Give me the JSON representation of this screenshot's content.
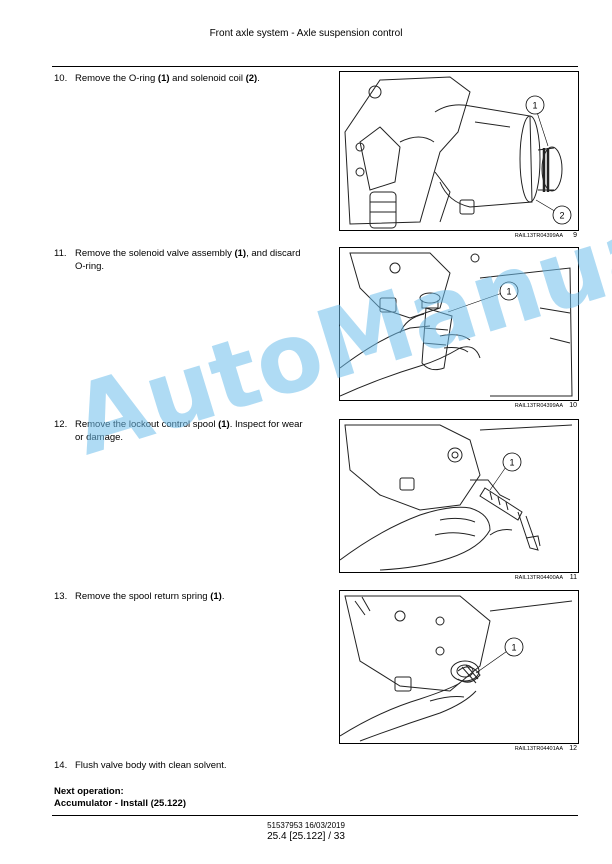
{
  "header": {
    "title": "Front axle system - Axle suspension control"
  },
  "steps": [
    {
      "num": "10.",
      "pre": "Remove the O-ring ",
      "b1": "(1)",
      "mid": " and solenoid coil ",
      "b2": "(2)",
      "post": "."
    },
    {
      "num": "11.",
      "pre": "Remove the solenoid valve assembly ",
      "b1": "(1)",
      "post": ", and discard",
      "cont": "O-ring."
    },
    {
      "num": "12.",
      "pre": "Remove the lockout control spool ",
      "b1": "(1)",
      "post": ". Inspect for wear",
      "cont": "or damage."
    },
    {
      "num": "13.",
      "pre": "Remove the spool return spring ",
      "b1": "(1)",
      "post": "."
    },
    {
      "num": "14.",
      "pre": "Flush valve body with clean solvent."
    }
  ],
  "figures": [
    {
      "code": "RAIL13TR04399AA",
      "num": "9",
      "callouts": [
        "1",
        "2"
      ]
    },
    {
      "code": "RAIL13TR04399AA",
      "num": "10",
      "callouts": [
        "1"
      ]
    },
    {
      "code": "RAIL13TR04400AA",
      "num": "11",
      "callouts": [
        "1"
      ]
    },
    {
      "code": "RAIL13TR04401AA",
      "num": "12",
      "callouts": [
        "1"
      ]
    }
  ],
  "next_operation": {
    "label": "Next operation:",
    "link": "Accumulator - Install (25.122)"
  },
  "footer": {
    "doc": "51537953 16/03/2019",
    "page": "25.4 [25.122] / 33"
  },
  "watermark": "AutoManual"
}
